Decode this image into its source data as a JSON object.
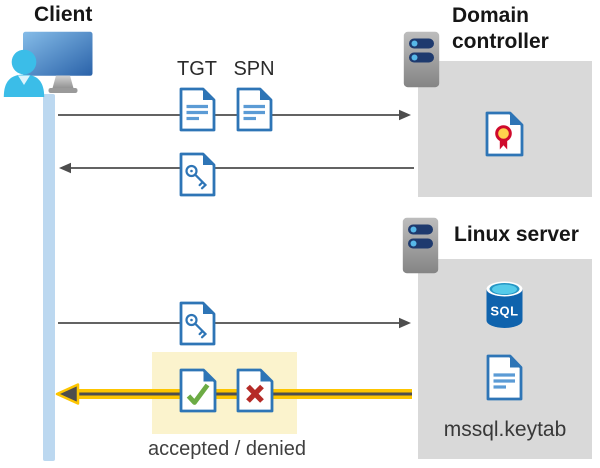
{
  "client": {
    "label": "Client"
  },
  "domain_controller": {
    "label_line1": "Domain",
    "label_line2": "controller"
  },
  "linux_server": {
    "label": "Linux server",
    "sql_text": "SQL",
    "keytab_label": "mssql.keytab"
  },
  "messages": {
    "tgt_label": "TGT",
    "spn_label": "SPN",
    "result_label": "accepted / denied"
  },
  "icons": {
    "client": "person-at-monitor-icon",
    "domain_controller": "server-icon",
    "linux_server": "server-icon",
    "tgt": "document-icon",
    "spn": "document-icon",
    "ticket": "document-with-key-icon",
    "certificate": "document-with-ribbon-icon",
    "sql": "sql-database-cylinder-icon",
    "keytab": "document-icon",
    "accepted": "document-with-green-check-icon",
    "denied": "document-with-red-x-icon"
  },
  "colors": {
    "doc_blue": "#2e75b6",
    "doc_line_blue": "#5b9bd5",
    "grey_box": "#d9d9d9",
    "highlight_yellow_bg": "#fbf3cd",
    "highlight_yellow": "#fdc500",
    "arrow_grey": "#4d4d4d",
    "lifeline_blue": "#bcd8f0",
    "check_green": "#6cab44",
    "cross_red": "#b52b27",
    "cert_red": "#cf0a2c",
    "cert_yellow": "#ffd34d",
    "sql_body_blue": "#0f63ad",
    "person_cyan": "#3bbde8",
    "server_pill_navy": "#1e3a6e",
    "server_dot_blue": "#57b8e8"
  }
}
